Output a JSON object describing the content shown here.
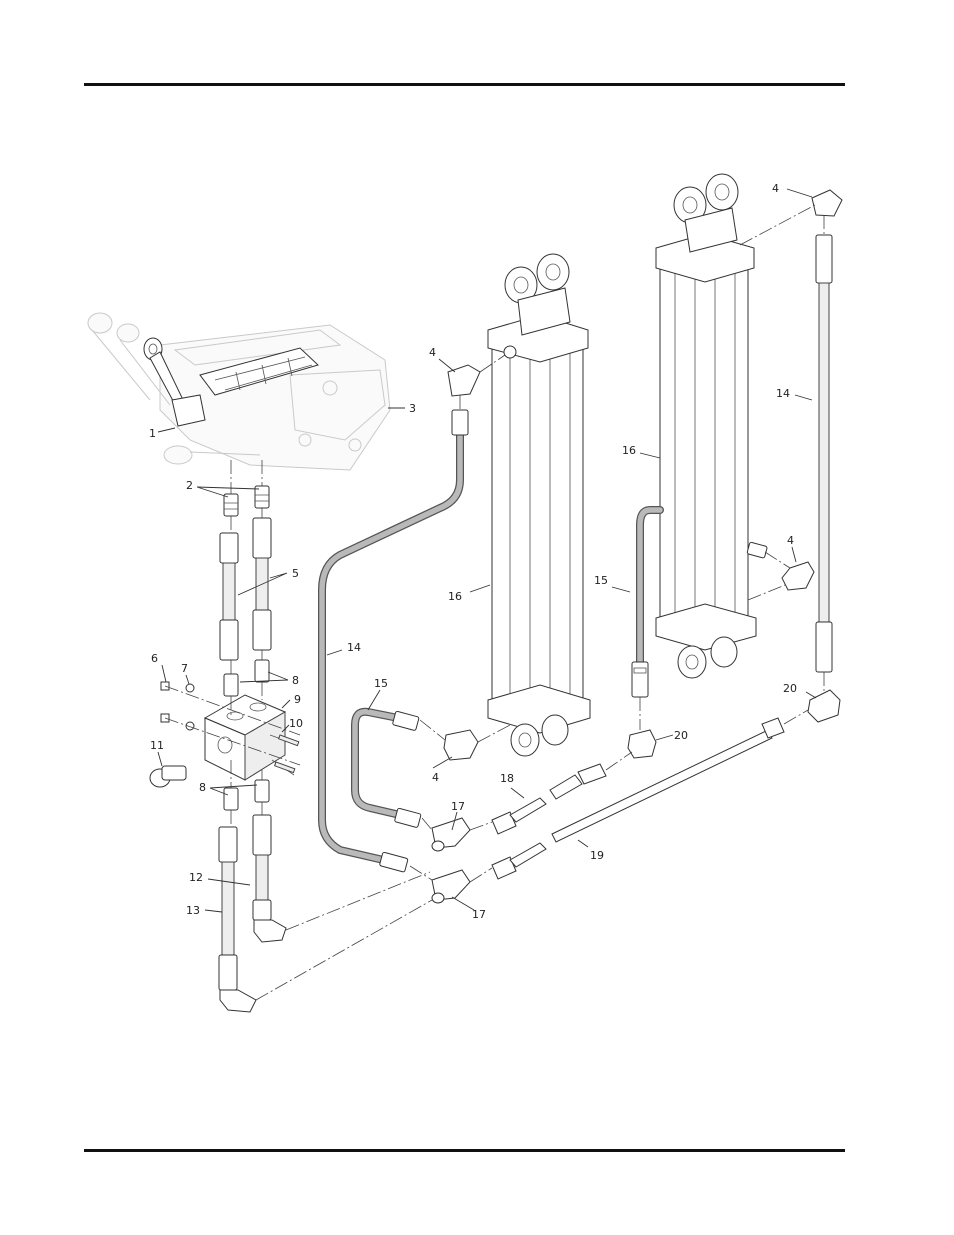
{
  "callouts": [
    {
      "id": "c1",
      "text": "1"
    },
    {
      "id": "c2",
      "text": "2"
    },
    {
      "id": "c3",
      "text": "3"
    },
    {
      "id": "c4a",
      "text": "4"
    },
    {
      "id": "c4b",
      "text": "4"
    },
    {
      "id": "c4c",
      "text": "4"
    },
    {
      "id": "c4d",
      "text": "4"
    },
    {
      "id": "c5",
      "text": "5"
    },
    {
      "id": "c6",
      "text": "6"
    },
    {
      "id": "c7",
      "text": "7"
    },
    {
      "id": "c8a",
      "text": "8"
    },
    {
      "id": "c8b",
      "text": "8"
    },
    {
      "id": "c9",
      "text": "9"
    },
    {
      "id": "c10",
      "text": "10"
    },
    {
      "id": "c11",
      "text": "11"
    },
    {
      "id": "c12",
      "text": "12"
    },
    {
      "id": "c13",
      "text": "13"
    },
    {
      "id": "c14a",
      "text": "14"
    },
    {
      "id": "c14b",
      "text": "14"
    },
    {
      "id": "c15a",
      "text": "15"
    },
    {
      "id": "c15b",
      "text": "15"
    },
    {
      "id": "c16a",
      "text": "16"
    },
    {
      "id": "c16b",
      "text": "16"
    },
    {
      "id": "c17a",
      "text": "17"
    },
    {
      "id": "c17b",
      "text": "17"
    },
    {
      "id": "c18",
      "text": "18"
    },
    {
      "id": "c19",
      "text": "19"
    },
    {
      "id": "c20a",
      "text": "20"
    },
    {
      "id": "c20b",
      "text": "20"
    }
  ]
}
